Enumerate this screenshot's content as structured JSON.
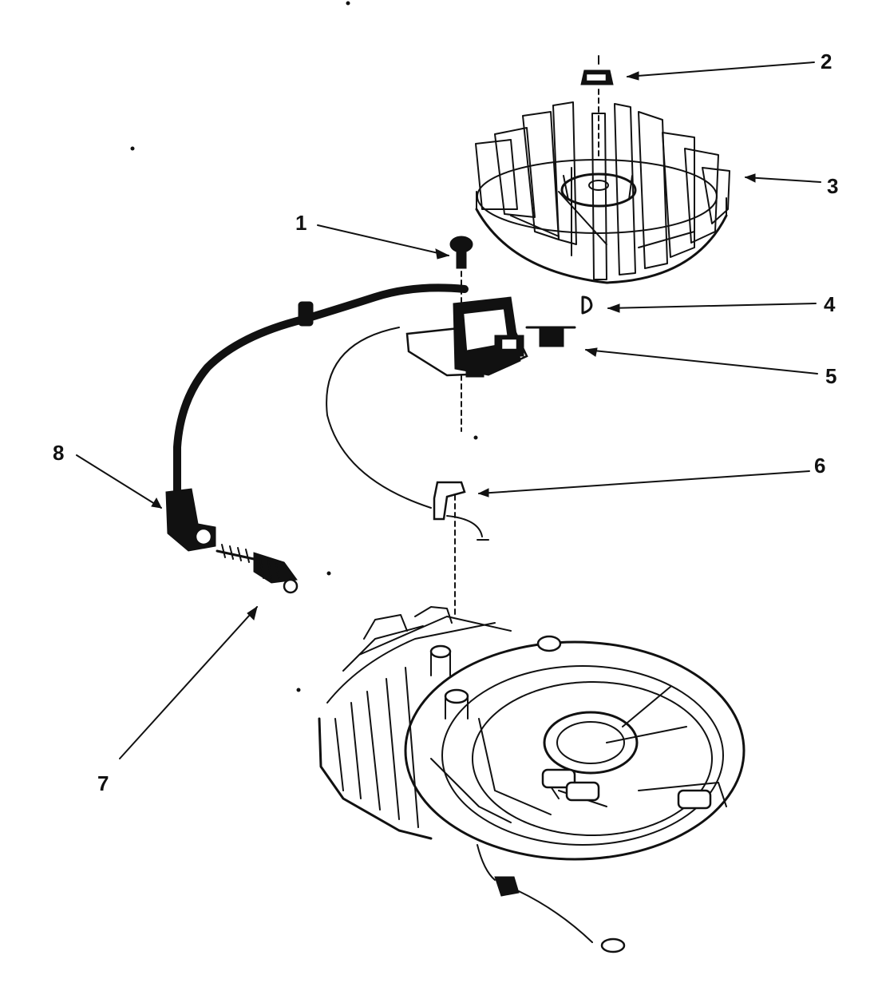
{
  "callouts": [
    {
      "number": "1"
    },
    {
      "number": "2"
    },
    {
      "number": "3"
    },
    {
      "number": "4"
    },
    {
      "number": "5"
    },
    {
      "number": "6"
    },
    {
      "number": "7"
    },
    {
      "number": "8"
    }
  ],
  "colors": {
    "ink": "#111111",
    "paper": "#ffffff"
  }
}
